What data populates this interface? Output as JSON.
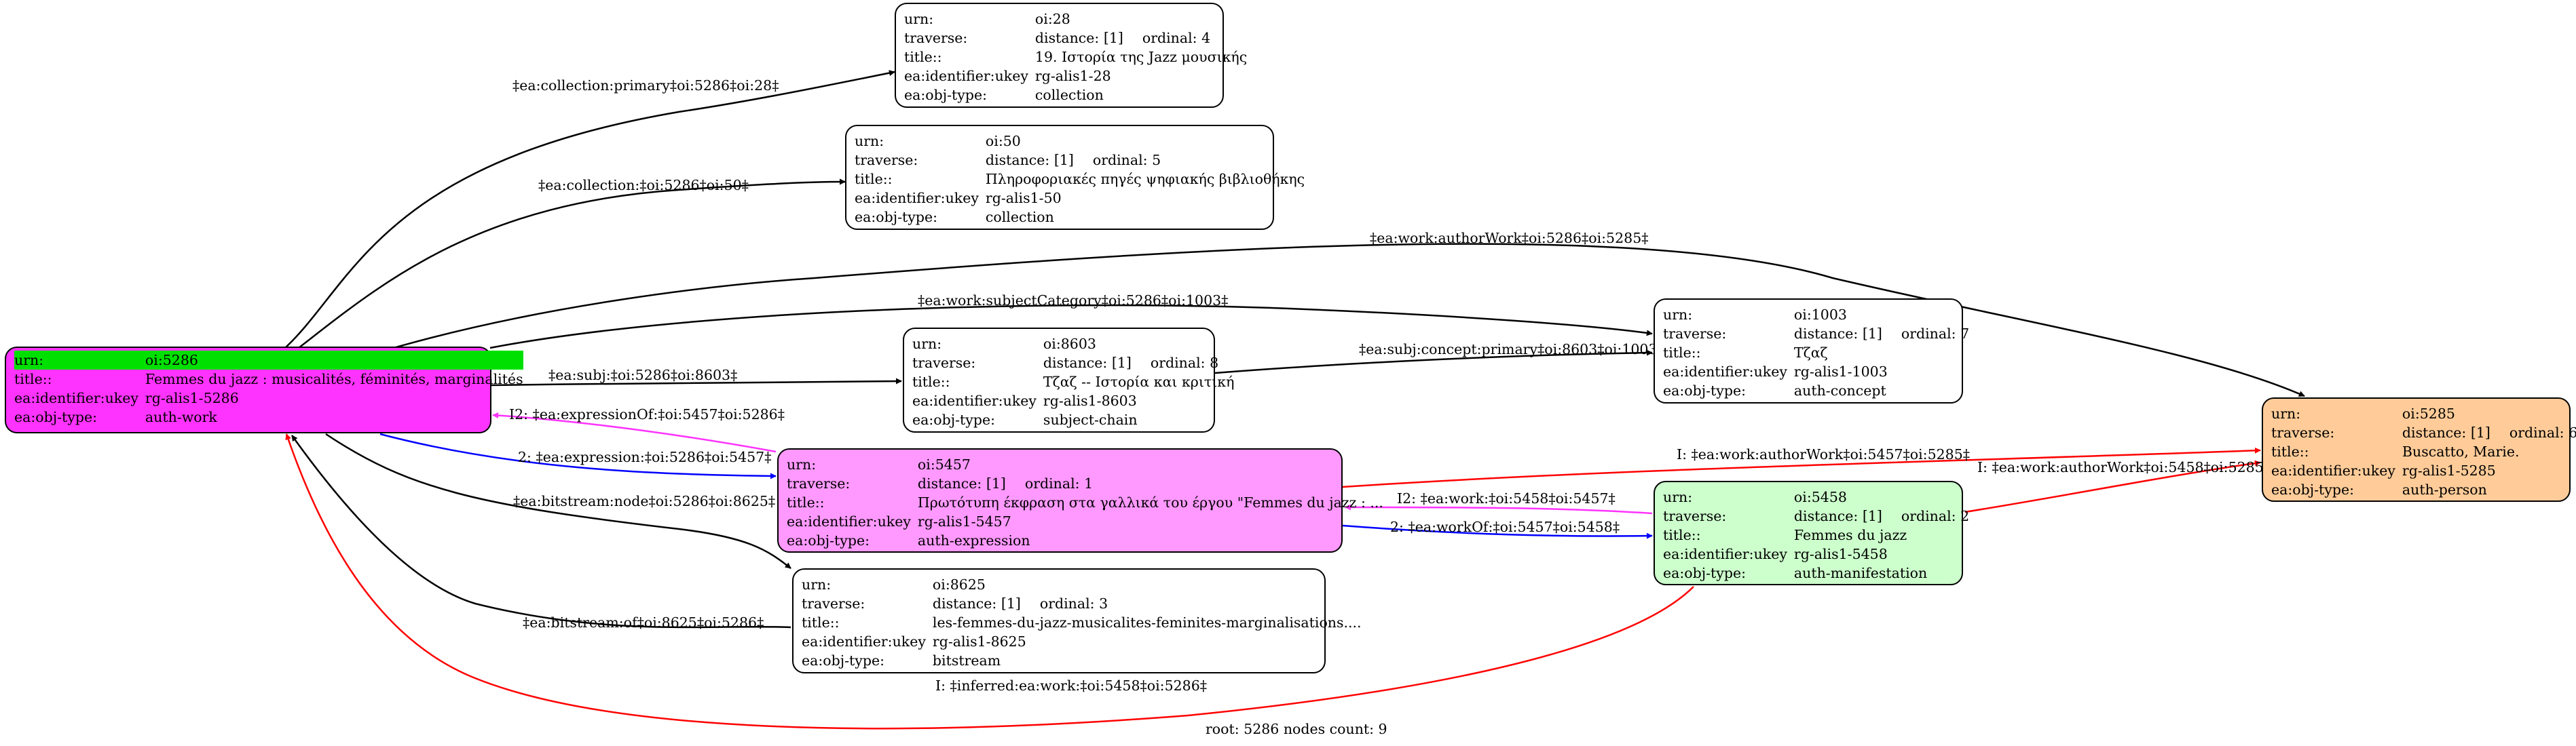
{
  "caption": "root: 5286 nodes count: 9",
  "colors": {
    "root": "#ff33ff",
    "root_head": "#00e000",
    "expression": "#ff99ff",
    "manifestation": "#ccffcc",
    "person": "#ffcc99",
    "default": "#ffffff",
    "edge_default": "#000000",
    "edge_inferred": "#ff0000",
    "edge_expression": "#0000ff",
    "edge_expressionOf": "#ff33ff"
  },
  "nodes": {
    "n5286": {
      "urn_k": "urn:",
      "urn_v": "oi:5286",
      "title_k": "title::",
      "title_v": "Femmes du jazz : musicalités, féminités, marginalités",
      "ukey_k": "ea:identifier:ukey",
      "ukey_v": "rg-alis1-5286",
      "type_k": "ea:obj-type:",
      "type_v": "auth-work"
    },
    "n28": {
      "urn_k": "urn:",
      "urn_v": "oi:28",
      "trav_k": "traverse:",
      "dist": "distance: [1]",
      "ord": "ordinal: 4",
      "title_k": "title::",
      "title_v": "19. Ιστορία της Jazz μουσικής",
      "ukey_k": "ea:identifier:ukey",
      "ukey_v": "rg-alis1-28",
      "type_k": "ea:obj-type:",
      "type_v": "collection"
    },
    "n50": {
      "urn_k": "urn:",
      "urn_v": "oi:50",
      "trav_k": "traverse:",
      "dist": "distance: [1]",
      "ord": "ordinal: 5",
      "title_k": "title::",
      "title_v": "Πληροφοριακές πηγές ψηφιακής βιβλιοθήκης",
      "ukey_k": "ea:identifier:ukey",
      "ukey_v": "rg-alis1-50",
      "type_k": "ea:obj-type:",
      "type_v": "collection"
    },
    "n1003": {
      "urn_k": "urn:",
      "urn_v": "oi:1003",
      "trav_k": "traverse:",
      "dist": "distance: [1]",
      "ord": "ordinal: 7",
      "title_k": "title::",
      "title_v": "Τζαζ",
      "ukey_k": "ea:identifier:ukey",
      "ukey_v": "rg-alis1-1003",
      "type_k": "ea:obj-type:",
      "type_v": "auth-concept"
    },
    "n8603": {
      "urn_k": "urn:",
      "urn_v": "oi:8603",
      "trav_k": "traverse:",
      "dist": "distance: [1]",
      "ord": "ordinal: 8",
      "title_k": "title::",
      "title_v": "Τζαζ -- Ιστορία και κριτική",
      "ukey_k": "ea:identifier:ukey",
      "ukey_v": "rg-alis1-8603",
      "type_k": "ea:obj-type:",
      "type_v": "subject-chain"
    },
    "n5285": {
      "urn_k": "urn:",
      "urn_v": "oi:5285",
      "trav_k": "traverse:",
      "dist": "distance: [1]",
      "ord": "ordinal: 6",
      "title_k": "title::",
      "title_v": "Buscatto, Marie.",
      "ukey_k": "ea:identifier:ukey",
      "ukey_v": "rg-alis1-5285",
      "type_k": "ea:obj-type:",
      "type_v": "auth-person"
    },
    "n5457": {
      "urn_k": "urn:",
      "urn_v": "oi:5457",
      "trav_k": "traverse:",
      "dist": "distance: [1]",
      "ord": "ordinal: 1",
      "title_k": "title::",
      "title_v": "Πρωτότυπη έκφραση στα γαλλικά του έργου \"Femmes du jazz : ...",
      "ukey_k": "ea:identifier:ukey",
      "ukey_v": "rg-alis1-5457",
      "type_k": "ea:obj-type:",
      "type_v": "auth-expression"
    },
    "n5458": {
      "urn_k": "urn:",
      "urn_v": "oi:5458",
      "trav_k": "traverse:",
      "dist": "distance: [1]",
      "ord": "ordinal: 2",
      "title_k": "title::",
      "title_v": "Femmes du jazz",
      "ukey_k": "ea:identifier:ukey",
      "ukey_v": "rg-alis1-5458",
      "type_k": "ea:obj-type:",
      "type_v": "auth-manifestation"
    },
    "n8625": {
      "urn_k": "urn:",
      "urn_v": "oi:8625",
      "trav_k": "traverse:",
      "dist": "distance: [1]",
      "ord": "ordinal: 3",
      "title_k": "title::",
      "title_v": "les-femmes-du-jazz-musicalites-feminites-marginalisations....",
      "ukey_k": "ea:identifier:ukey",
      "ukey_v": "rg-alis1-8625",
      "type_k": "ea:obj-type:",
      "type_v": "bitstream"
    }
  },
  "edges": {
    "e28": "‡ea:collection:primary‡oi:5286‡oi:28‡",
    "e50": "‡ea:collection:‡oi:5286‡oi:50‡",
    "e5285": "‡ea:work:authorWork‡oi:5286‡oi:5285‡",
    "e1003": "‡ea:work:subjectCategory‡oi:5286‡oi:1003‡",
    "e8603": "‡ea:subj:‡oi:5286‡oi:8603‡",
    "e8603_1003": "‡ea:subj:concept:primary‡oi:8603‡oi:1003‡",
    "e5457_5286": "I2: ‡ea:expressionOf:‡oi:5457‡oi:5286‡",
    "e5286_5457": "2: ‡ea:expression:‡oi:5286‡oi:5457‡",
    "e8625": "‡ea:bitstream:node‡oi:5286‡oi:8625‡",
    "e8625_5286": "‡ea:bitstream:of‡oi:8625‡oi:5286‡",
    "e5457_5285": "I: ‡ea:work:authorWork‡oi:5457‡oi:5285‡",
    "e5458_5457": "I2: ‡ea:work:‡oi:5458‡oi:5457‡",
    "e5457_5458": "2: ‡ea:workOf:‡oi:5457‡oi:5458‡",
    "e5458_5285": "I: ‡ea:work:authorWork‡oi:5458‡oi:5285‡",
    "e5458_5286": "I: ‡inferred:ea:work:‡oi:5458‡oi:5286‡"
  }
}
